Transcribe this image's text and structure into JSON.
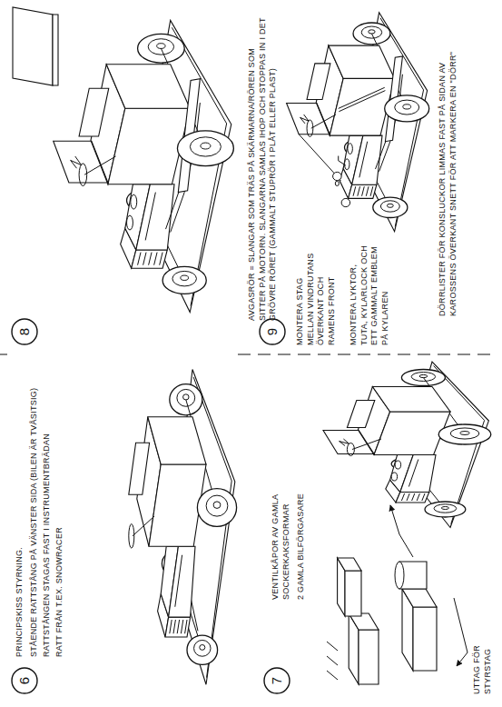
{
  "diagram": {
    "nodes": [
      {
        "text": [
          "6"
        ]
      },
      {
        "text": [
          "7"
        ]
      },
      {
        "text": [
          "8"
        ]
      },
      {
        "text": [
          "9"
        ]
      }
    ],
    "labels": [
      "PRINCIPSKISS STYRNING.",
      "STÅENDE RATTSTÅNG PÅ VÄNSTER SIDA (BILEN ÄR TVÅSITSIG)",
      "RATTSTÅNGEN STAGAS FAST I INSTRUMENTBRÄDAN",
      "RATT FRÅN T.EX. SNOWRACER",
      "VENTILKÅPOR AV GAMLA SOCKERKAKSFORMAR",
      "2 GAMLA BILFÖRGASARE",
      "UTTAG FÖR STYRSTAG",
      "AVGASRÖR = SLANGAR SOM TRÄS PÅ SKÄRMARNA/RÖREN SOM SITTER PÅ MOTORN. SLANGARNA SAMLAS IHOP OCH STOPPAS IN I DET GRÖVRE RÖRET (GAMMALT STUPRÖR I PLÅT ELLER PLAST)",
      "MONTERA STAG MELLAN VINDRUTANS ÖVERKANT OCH RAMENS FRONT",
      "MONTERA LYKTOR, TUTA, KYLARLOCK OCH ETT GAMMALT EMBLEM PÅ KYLAREN",
      "DÖRRLISTER FÖR KONSLUCKOR LIMMAS FAST PÅ SIDAN AV KAROSSENS ÖVERKANT SNETT FÖR ATT MARKERA EN \"DÖRR\""
    ]
  }
}
